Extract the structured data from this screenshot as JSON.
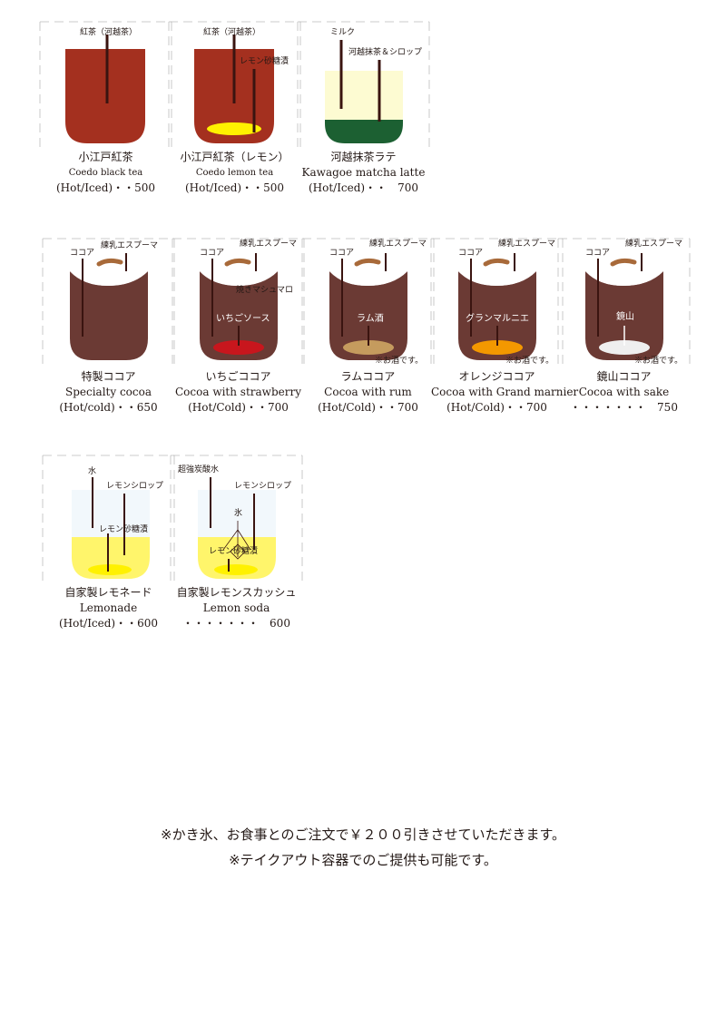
{
  "colors": {
    "black_tea": "#a4301f",
    "lemon": "#fff100",
    "matcha_milk": "#fdfbd2",
    "matcha": "#1c6032",
    "cocoa": "#6b3a34",
    "straw": "#3a1410",
    "espresso": "#a86a3a",
    "strawberry": "#c8161d",
    "rum": "#c59b5e",
    "orange": "#f39800",
    "sake": "#efefef",
    "water": "#f2f8fc",
    "lemonade": "#fff56b",
    "lemon_sugar": "#fff100"
  },
  "items": [
    {
      "labels": {
        "main": "紅茶（河越茶）"
      },
      "name_jp": "小江戸紅茶",
      "name_en": "Coedo black tea",
      "price": "(Hot/Iced)・・500"
    },
    {
      "labels": {
        "main": "紅茶（河越茶）",
        "lemon": "レモン砂糖漬"
      },
      "name_jp": "小江戸紅茶（レモン）",
      "name_en": "Coedo lemon tea",
      "price": "(Hot/Iced)・・500"
    },
    {
      "labels": {
        "milk": "ミルク",
        "matcha": "河越抹茶＆シロップ"
      },
      "name_jp": "河越抹茶ラテ",
      "name_en": "Kawagoe matcha latte",
      "price": "(Hot/Iced)・・　700"
    },
    {
      "labels": {
        "cocoa": "ココア",
        "espresso": "練乳エスプーマ"
      },
      "name_jp": "特製ココア",
      "name_en": "Specialty cocoa",
      "price": "(Hot/cold)・・650"
    },
    {
      "labels": {
        "cocoa": "ココア",
        "espresso": "練乳エスプーマ",
        "marshmallow": "焼きマシュマロ",
        "syrup": "いちごソース"
      },
      "name_jp": "いちごココア",
      "name_en": "Cocoa with strawberry",
      "price": "(Hot/Cold)・・700"
    },
    {
      "labels": {
        "cocoa": "ココア",
        "espresso": "練乳エスプーマ",
        "syrup": "ラム酒"
      },
      "note": "※お酒です。",
      "name_jp": "ラムココア",
      "name_en": "Cocoa with rum",
      "price": "(Hot/Cold)・・700"
    },
    {
      "labels": {
        "cocoa": "ココア",
        "espresso": "練乳エスプーマ",
        "syrup": "グランマルニエ"
      },
      "note": "※お酒です。",
      "name_jp": "オレンジココア",
      "name_en": "Cocoa with Grand marnier",
      "price": "(Hot/Cold)・・700"
    },
    {
      "labels": {
        "cocoa": "ココア",
        "espresso": "練乳エスプーマ",
        "syrup": "鏡山"
      },
      "note": "※お酒です。",
      "name_jp": "鏡山ココア",
      "name_en": "Cocoa with sake",
      "price": "・・・・・・・　750"
    },
    {
      "labels": {
        "water": "水",
        "syrup": "レモンシロップ",
        "sugar": "レモン砂糖漬"
      },
      "name_jp": "自家製レモネード",
      "name_en": "Lemonade",
      "price": "(Hot/Iced)・・600"
    },
    {
      "labels": {
        "water": "超強炭酸水",
        "syrup": "レモンシロップ",
        "ice": "氷",
        "sugar": "レモン砂糖漬"
      },
      "name_jp": "自家製レモンスカッシュ",
      "name_en": "Lemon soda",
      "price": "・・・・・・・　600"
    }
  ],
  "footer": {
    "line1": "※かき氷、お食事とのご注文で￥２００引きさせていただきます。",
    "line2": "※テイクアウト容器でのご提供も可能です。"
  }
}
